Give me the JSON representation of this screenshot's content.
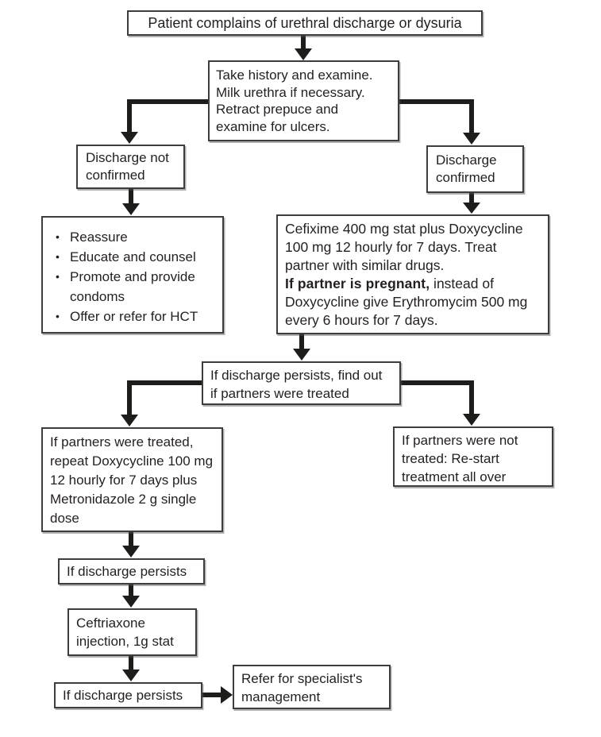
{
  "flowchart": {
    "title_box": "Patient complains of urethral discharge or dysuria",
    "history_box": "Take history and examine. Milk urethra if necessary. Retract prepuce and examine for ulcers.",
    "discharge_not_confirmed_box": "Discharge not confirmed",
    "discharge_confirmed_box": "Discharge confirmed",
    "counsel_box": {
      "items": [
        "Reassure",
        "Educate and counsel",
        "Promote and provide condoms",
        "Offer or refer for HCT"
      ]
    },
    "treatment_box": {
      "text_before_bold": "Cefixime 400 mg stat plus Doxycycline 100 mg 12 hourly for 7 days. Treat partner with similar drugs.",
      "bold_text": "If partner is pregnant,",
      "text_after_bold": " instead of Doxycycline give Erythromycim 500 mg every 6 hours for 7 days."
    },
    "persists_check_box": "If discharge persists, find out if partners were treated",
    "partners_treated_box": "If partners were treated, repeat Doxycycline 100 mg 12 hourly for 7 days plus Metronidazole 2 g single dose",
    "partners_not_treated_box": "If partners were not treated: Re-start treatment all over",
    "persists_box_1": "If discharge persists",
    "ceftriaxone_box": "Ceftriaxone injection, 1g stat",
    "persists_box_2": "If discharge persists",
    "refer_box": "Refer for specialist's management"
  },
  "colors": {
    "box_border": "#3d3d3c",
    "box_background": "#ffffff",
    "arrow": "#1d1d1b",
    "text": "#231f20"
  }
}
